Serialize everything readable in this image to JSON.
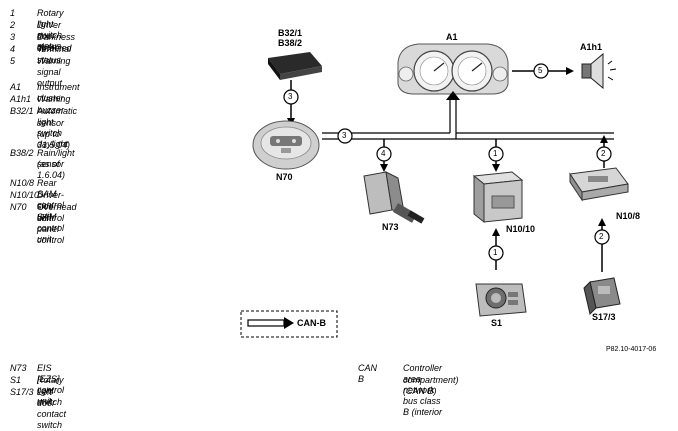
{
  "legend_numbers": [
    {
      "code": "1",
      "text": "Rotary light switch status"
    },
    {
      "code": "2",
      "text": "Driver door open"
    },
    {
      "code": "3",
      "text": "Darkness detected"
    },
    {
      "code": "4",
      "text": "Terminal status"
    },
    {
      "code": "5",
      "text": "Warning signal output"
    }
  ],
  "legend_components": [
    {
      "code": "A1",
      "text": "Instrument cluster"
    },
    {
      "code": "A1h1",
      "text": "Warning buzzer"
    },
    {
      "code": "B32/1",
      "text": "Automatic light switch daylight"
    },
    {
      "code": "",
      "text": "sensor"
    },
    {
      "code": "",
      "text": "(up to 31.5.04)"
    },
    {
      "code": "B38/2",
      "text": "Rain/light sensor"
    },
    {
      "code": "",
      "text": "(as of 1.6.04)"
    },
    {
      "code": "N10/8",
      "text": "Rear SAM control unit"
    },
    {
      "code": "N10/10",
      "text": "Driver-side SAM control unit"
    },
    {
      "code": "N70",
      "text": "Overhead control panel control"
    },
    {
      "code": "",
      "text": "unit"
    }
  ],
  "legend_bottom_left": [
    {
      "code": "N73",
      "text": "EIS [EZS] control unit"
    },
    {
      "code": "S1",
      "text": "Rotary light switch"
    },
    {
      "code": "S17/3",
      "text": "Left door contact switch"
    }
  ],
  "legend_bottom_right": {
    "code": "CAN B",
    "line1": "Controller area network bus class B (interior",
    "line2": "compartment) (CAN B)"
  },
  "diagram": {
    "labels": {
      "b32": "B32/1",
      "b38": "B38/2",
      "a1": "A1",
      "a1h1": "A1h1",
      "n70": "N70",
      "n73": "N73",
      "n1010": "N10/10",
      "n108": "N10/8",
      "s1": "S1",
      "s173": "S17/3",
      "canb_key": "CAN-B"
    },
    "signal_numbers": {
      "sensor_to_n70": "3",
      "n70_bus": "3",
      "to_n73": "4",
      "to_n1010": "1",
      "to_n108": "2",
      "s1_to_n1010": "1",
      "s173_to_n108": "2",
      "a1_to_a1h1": "5"
    },
    "reference": "P82.10-4017-06"
  }
}
